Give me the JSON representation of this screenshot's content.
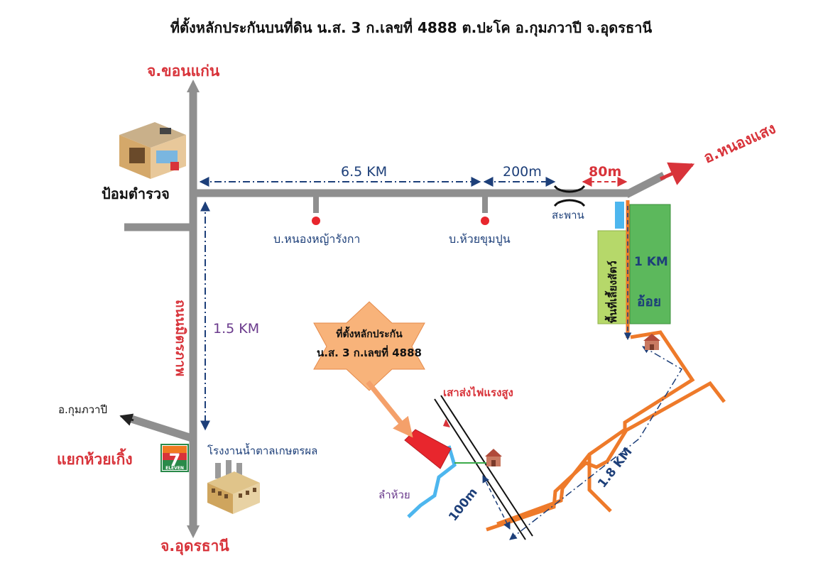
{
  "title": "ที่ตั้งหลักประกันบนที่ดิน น.ส. 3 ก.เลขที่ 4888  ต.ปะโค อ.กุมภวาปี จ.อุดรธานี",
  "places": {
    "khon_kaen": "จ.ขอนแก่น",
    "udon_thani": "จ.อุดรธานี",
    "nong_saeng": "อ.หนองแสง",
    "kumphawapi": "อ.กุมภวาปี",
    "huai_koeng_junction": "แยกห้วยเกิ้ง",
    "police_box": "ป้อมตำรวจ",
    "village_nong_ya_rang_ka": "บ.หนองหญ้ารังกา",
    "village_huai_khum_pun": "บ.ห้วยขุมปูน",
    "bridge": "สะพาน",
    "sugar_factory": "โรงงานน้ำตาลเกษตรผล",
    "livestock_area": "พื้นที่เลี้ยงสัตว์",
    "sugarcane": "อ้อย",
    "power_line": "เสาส่งไฟแรงสูง",
    "stream": "ลำห้วย",
    "road_name": "ถนนมิตรภาพ"
  },
  "distances": {
    "d_6_5": "6.5 KM",
    "d_200": "200m",
    "d_80": "80m",
    "d_1_5": "1.5 KM",
    "d_1": "1 KM",
    "d_1_8": "1.8 KM",
    "d_100": "100m"
  },
  "collateral_star": {
    "line1": "ที่ตั้งหลักประกัน",
    "line2": "น.ส. 3 ก.เลขที่ 4888"
  },
  "seven_eleven": {
    "number": "7",
    "text": "ELEVEN"
  },
  "colors": {
    "road_gray": "#8f8f8f",
    "label_red": "#d8333a",
    "label_blue": "#1d3f79",
    "label_purple": "#6a3a8c",
    "orange_road": "#ee7a2a",
    "star": "#f8b37a",
    "field_green": "#5cb85c",
    "field_light_green": "#b6d86a",
    "water": "#4db6ee",
    "plot_red": "#e8262d"
  }
}
